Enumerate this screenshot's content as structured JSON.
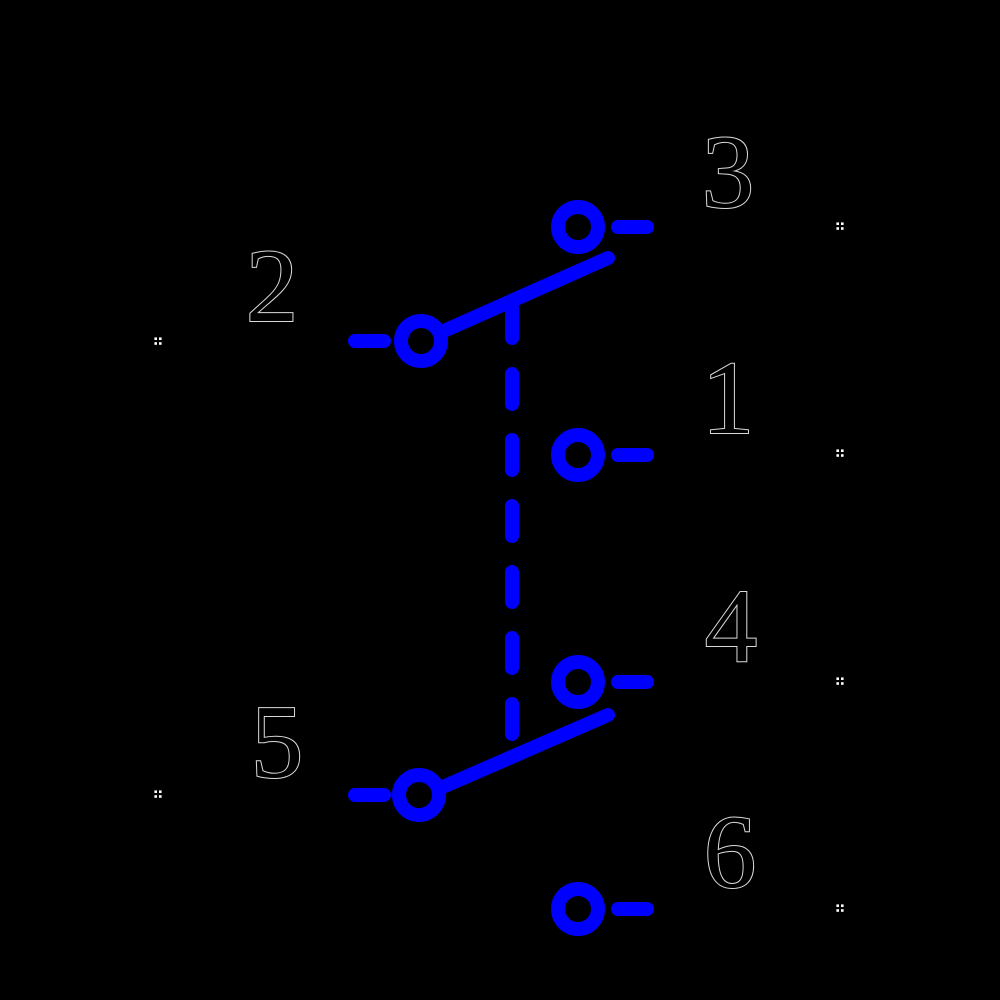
{
  "schematic": {
    "pins": {
      "p1": {
        "label": "1"
      },
      "p2": {
        "label": "2"
      },
      "p3": {
        "label": "3"
      },
      "p4": {
        "label": "4"
      },
      "p5": {
        "label": "5"
      },
      "p6": {
        "label": "6"
      }
    },
    "markers": {
      "glyph_name": "four-dot-marker",
      "glyph_unicode": "∷"
    },
    "colors": {
      "background": "#000000",
      "symbol_blue": "#0000ff",
      "label_fill": "#000000",
      "label_outline": "#d9d9d9",
      "marker_white": "#ffffff"
    }
  }
}
